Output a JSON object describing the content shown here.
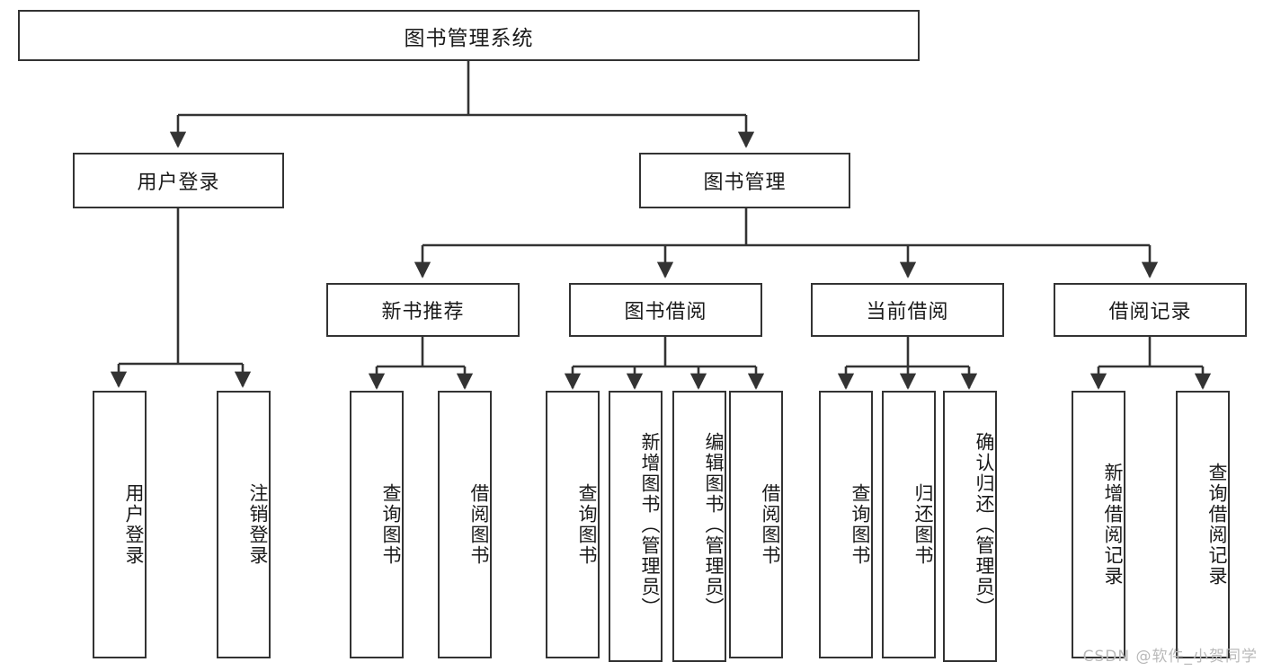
{
  "diagram": {
    "title": "图书管理系统",
    "type": "hierarchy-tree",
    "levels": {
      "root": {
        "label": "图书管理系统"
      },
      "level2": [
        {
          "label": "用户登录"
        },
        {
          "label": "图书管理"
        }
      ],
      "level3": [
        {
          "label": "新书推荐"
        },
        {
          "label": "图书借阅"
        },
        {
          "label": "当前借阅"
        },
        {
          "label": "借阅记录"
        }
      ],
      "leaves": {
        "user_login": [
          {
            "label": "用户登录"
          },
          {
            "label": "注销登录"
          }
        ],
        "new_book_recommend": [
          {
            "label": "查询图书"
          },
          {
            "label": "借阅图书"
          }
        ],
        "book_borrow": [
          {
            "label": "查询图书"
          },
          {
            "label": "新增图书（管理员）"
          },
          {
            "label": "编辑图书（管理员）"
          },
          {
            "label": "借阅图书"
          }
        ],
        "current_borrow": [
          {
            "label": "查询图书"
          },
          {
            "label": "归还图书"
          },
          {
            "label": "确认归还（管理员）"
          }
        ],
        "borrow_record": [
          {
            "label": "新增借阅记录"
          },
          {
            "label": "查询借阅记录"
          }
        ]
      }
    },
    "colors": {
      "box_border": "#333333",
      "box_fill": "#ffffff",
      "connector": "#333333",
      "text": "#1a1a1a",
      "watermark": "#b9b9b9"
    }
  },
  "watermark": {
    "text": "CSDN @软件_小贺同学"
  }
}
